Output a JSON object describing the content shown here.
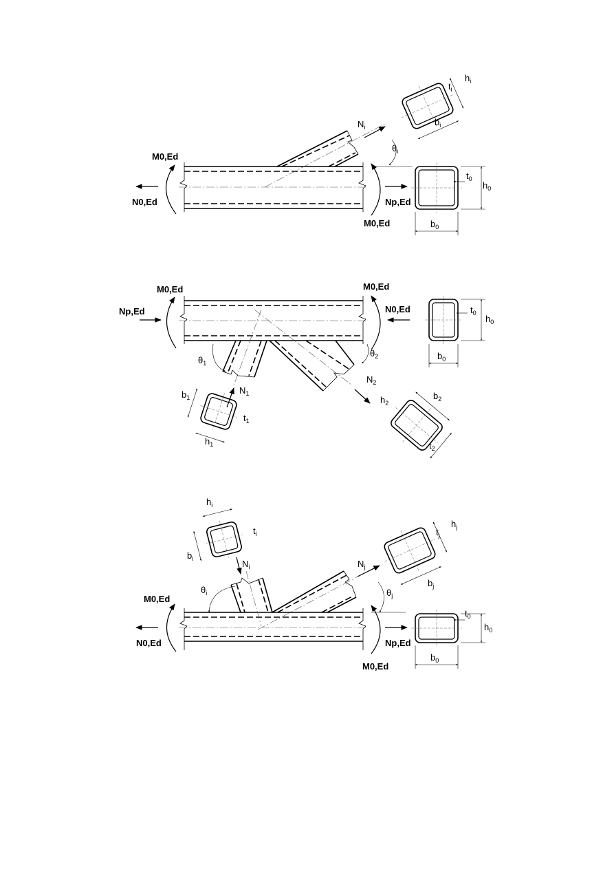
{
  "diagram1": {
    "M_left": "M0,Ed",
    "N_left": "N0,Ed",
    "N_right": "Np,Ed",
    "M_right": "M0,Ed",
    "Ni": "N",
    "Ni_sub": "i",
    "theta": "θ",
    "theta_sub": "i",
    "hi": "h",
    "hi_sub": "i",
    "ti": "t",
    "ti_sub": "i",
    "bi": "b",
    "bi_sub": "i",
    "t0": "t",
    "t0_sub": "0",
    "h0": "h",
    "h0_sub": "0",
    "b0": "b",
    "b0_sub": "0"
  },
  "diagram2": {
    "M_left": "M0,Ed",
    "M_right": "M0,Ed",
    "N_left": "Np,Ed",
    "N_right": "N0,Ed",
    "theta1": "θ",
    "theta1_sub": "1",
    "theta2": "θ",
    "theta2_sub": "2",
    "N1": "N",
    "N1_sub": "1",
    "N2": "N",
    "N2_sub": "2",
    "b1": "b",
    "b1_sub": "1",
    "t1": "t",
    "t1_sub": "1",
    "h1": "h",
    "h1_sub": "1",
    "h2": "h",
    "h2_sub": "2",
    "b2": "b",
    "b2_sub": "2",
    "t2": "t",
    "t2_sub": "2",
    "t0": "t",
    "t0_sub": "0",
    "h0": "h",
    "h0_sub": "0",
    "b0": "b",
    "b0_sub": "0"
  },
  "diagram3": {
    "M_left": "M0,Ed",
    "N_left": "N0,Ed",
    "N_right": "Np,Ed",
    "M_right": "M0,Ed",
    "hi": "h",
    "hi_sub": "i",
    "ti": "t",
    "ti_sub": "i",
    "bi": "b",
    "bi_sub": "i",
    "Ni": "N",
    "Ni_sub": "i",
    "theta_i": "θ",
    "theta_i_sub": "i",
    "Nj": "N",
    "Nj_sub": "j",
    "theta_j": "θ",
    "theta_j_sub": "j",
    "hj": "h",
    "hj_sub": "j",
    "tj": "t",
    "tj_sub": "j",
    "bj": "b",
    "bj_sub": "j",
    "t0": "t",
    "t0_sub": "0",
    "h0": "h",
    "h0_sub": "0",
    "b0": "b",
    "b0_sub": "0"
  }
}
